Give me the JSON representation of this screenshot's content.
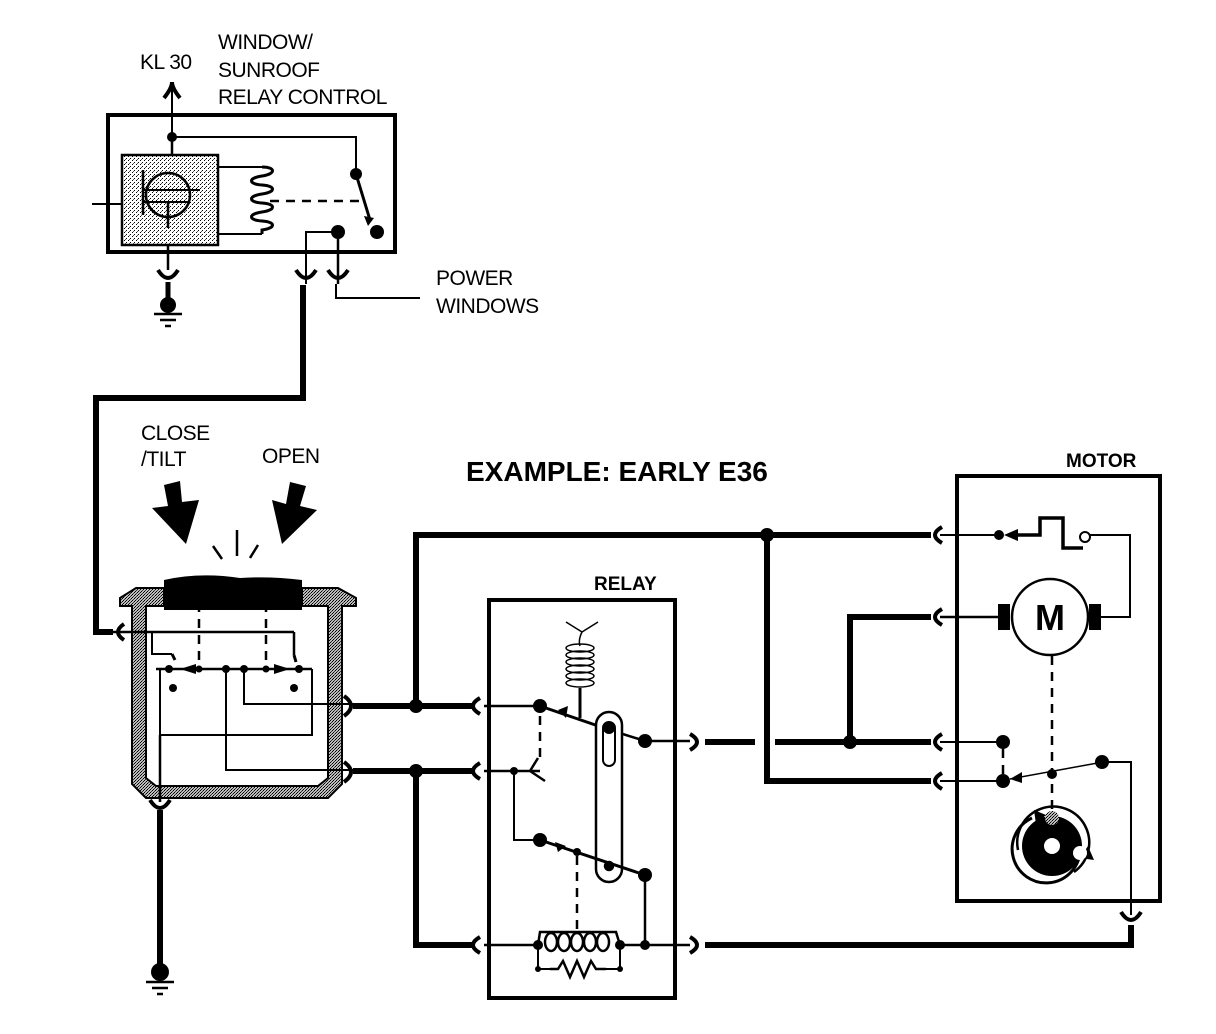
{
  "title": "EXAMPLE: EARLY E36",
  "labels": {
    "kl30": "KL 30",
    "relay_control_line1": "WINDOW/",
    "relay_control_line2": "SUNROOF",
    "relay_control_line3": "RELAY CONTROL",
    "power_windows_line1": "POWER",
    "power_windows_line2": "WINDOWS",
    "close_tilt_line1": "CLOSE",
    "close_tilt_line2": "/TILT",
    "open": "OPEN",
    "relay": "RELAY",
    "motor": "MOTOR",
    "motor_symbol": "M"
  },
  "components": [
    {
      "id": "relay-control-module",
      "name": "Window/Sunroof Relay Control",
      "parts": [
        "transistor",
        "relay-coil",
        "relay-switch"
      ]
    },
    {
      "id": "sunroof-switch",
      "name": "Sunroof Switch",
      "positions": [
        "CLOSE/TILT",
        "OPEN"
      ]
    },
    {
      "id": "relay",
      "name": "Relay",
      "parts": [
        "spring",
        "armature",
        "switch-contacts",
        "coil",
        "resistor"
      ]
    },
    {
      "id": "motor",
      "name": "Motor",
      "parts": [
        "thermal-switch",
        "motor-M",
        "limit-switch",
        "cam-disc"
      ]
    }
  ],
  "connections": [
    {
      "from": "KL 30",
      "to": "relay-control-module"
    },
    {
      "from": "relay-control-module",
      "to": "ground"
    },
    {
      "from": "relay-control-module",
      "to": "POWER WINDOWS"
    },
    {
      "from": "relay-control-module",
      "to": "sunroof-switch"
    },
    {
      "from": "sunroof-switch",
      "to": "relay"
    },
    {
      "from": "sunroof-switch",
      "to": "ground"
    },
    {
      "from": "relay",
      "to": "motor"
    }
  ]
}
